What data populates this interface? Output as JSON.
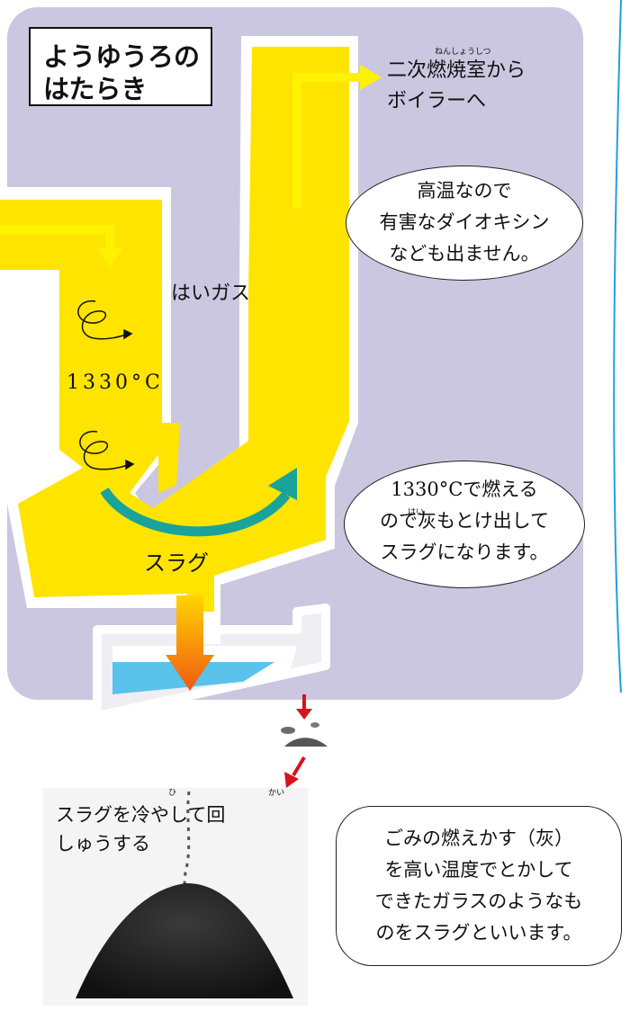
{
  "title": {
    "line1": "ようゆうろの",
    "line2": "はたらき"
  },
  "labels": {
    "exhaust_gas": "はいガス",
    "temperature": "1330°C",
    "slag": "スラグ",
    "to_boiler_line1": "二次燃焼室から",
    "to_boiler_line2": "ボイラーへ",
    "furigana_nenshoushitsu": "ねんしょうしつ"
  },
  "bubbles": {
    "dioxin": [
      "高温なので",
      "有害なダイオキシン",
      "なども出ません。"
    ],
    "melting": [
      "1330°Cで燃える",
      "ので灰もとけ出して",
      "スラグになります。"
    ],
    "definition": [
      "ごみの燃えかす（灰）",
      "を高い温度でとかして",
      "できたガラスのようなも",
      "のをスラグといいます。"
    ],
    "furigana_hai": "はい"
  },
  "photo": {
    "caption_line1": "スラグを冷やして回",
    "caption_line2": "しゅうする",
    "furigana_hi": "ひ",
    "furigana_kai": "かい"
  },
  "colors": {
    "background_panel": "#cbc7e0",
    "furnace_top": "#e83a12",
    "furnace_bottom": "#ffe000",
    "gas_arrow": "#fff200",
    "slag_arrow": "#1aa39a",
    "drip_arrow": "#d9121b",
    "water": "#5bc2ec",
    "border_line": "#21a0de"
  }
}
